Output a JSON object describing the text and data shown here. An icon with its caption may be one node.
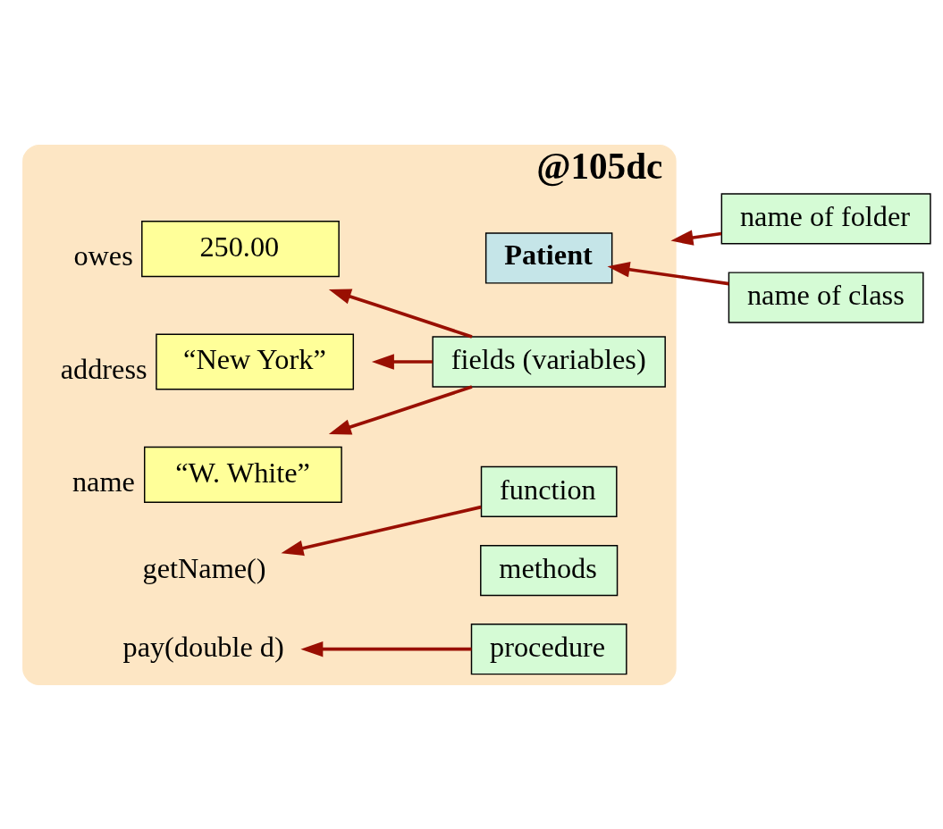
{
  "diagram": {
    "nodes": [
      {
        "text": [
          "name of folder"
        ]
      },
      {
        "text": [
          "@105dc"
        ]
      },
      {
        "text": [
          "name of class"
        ]
      },
      {
        "text": [
          "Patient"
        ],
        "in": 1
      },
      {
        "text": [
          "“W. White”"
        ],
        "in": 1,
        "beside": [
          "name"
        ]
      },
      {
        "text": [
          "“New York”"
        ],
        "in": 1,
        "beside": [
          "address"
        ]
      },
      {
        "text": [
          "250.00"
        ],
        "in": 1,
        "beside": [
          "owes"
        ]
      },
      {
        "text": [
          "fields (variables)"
        ],
        "in": 1
      },
      {
        "text": [
          "getName()"
        ],
        "in": 1
      },
      {
        "text": [
          "function"
        ],
        "in": 1
      },
      {
        "text": [
          "methods"
        ],
        "in": 1
      },
      {
        "text": [
          "pay(double d)"
        ],
        "in": 1
      },
      {
        "text": [
          "procedure"
        ],
        "in": 1
      }
    ],
    "edges": [
      {
        "from": 0,
        "to": 1,
        "arrow": "to"
      },
      {
        "from": 2,
        "to": 3,
        "arrow": "to"
      },
      {
        "from": 7,
        "to": 4,
        "arrow": "to"
      },
      {
        "from": 7,
        "to": 5,
        "arrow": "to"
      },
      {
        "from": 7,
        "to": 6,
        "arrow": "to"
      },
      {
        "from": 9,
        "to": 8,
        "arrow": "to"
      },
      {
        "from": 12,
        "to": 11,
        "arrow": "to"
      }
    ]
  }
}
